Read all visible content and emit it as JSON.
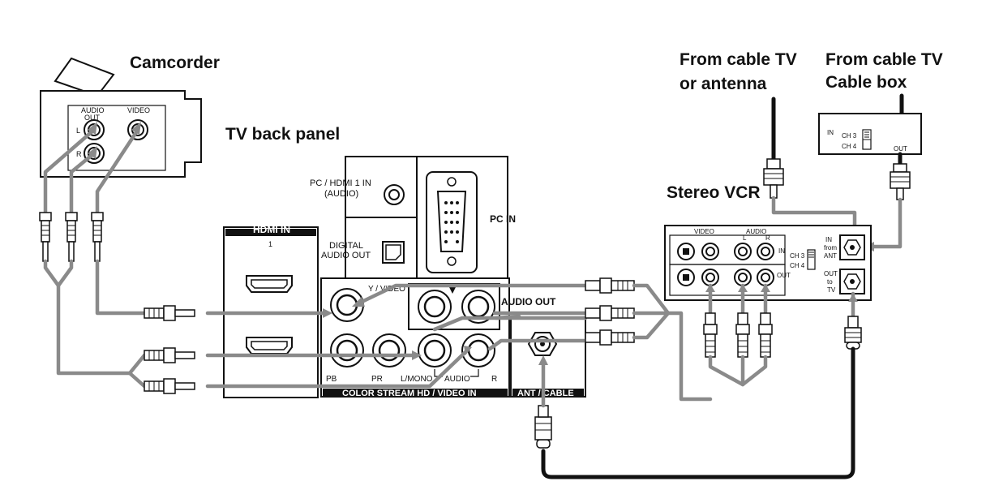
{
  "titles": {
    "camcorder": "Camcorder",
    "tv_back_panel": "TV back panel",
    "from_cable_antenna_1": "From cable TV",
    "from_cable_antenna_2": "or antenna",
    "from_cable_box_1": "From cable TV",
    "from_cable_box_2": "Cable box",
    "stereo_vcr": "Stereo VCR"
  },
  "camcorder": {
    "audio_out_1": "AUDIO",
    "audio_out_2": "OUT",
    "video": "VIDEO",
    "left": "L",
    "right": "R"
  },
  "tv": {
    "pc_hdmi_in_1": "PC / HDMI 1 IN",
    "pc_hdmi_in_2": "(AUDIO)",
    "pc_in": "PC IN",
    "digital_audio_out_1": "DIGITAL",
    "digital_audio_out_2": "AUDIO OUT",
    "hdmi_in": "HDMI IN",
    "hdmi_1": "1",
    "y_video": "Y / VIDEO",
    "audio_out": "AUDIO OUT",
    "pb": "PB",
    "pr": "PR",
    "l_mono": "L/MONO",
    "audio": "AUDIO",
    "r": "R",
    "color_stream": "COLOR STREAM HD / VIDEO IN",
    "ant_cable": "ANT / CABLE"
  },
  "cable_box": {
    "in": "IN",
    "ch3": "CH 3",
    "ch4": "CH 4",
    "out": "OUT"
  },
  "vcr": {
    "video": "VIDEO",
    "audio": "AUDIO",
    "l": "L",
    "r": "R",
    "in": "IN",
    "out": "OUT",
    "ch3": "CH 3",
    "ch4": "CH 4",
    "in_from_ant_1": "IN",
    "in_from_ant_2": "from",
    "in_from_ant_3": "ANT",
    "out_to_tv_1": "OUT",
    "out_to_tv_2": "to",
    "out_to_tv_3": "TV"
  },
  "colors": {
    "cable_gray": "#8a8a8a",
    "outline": "#111111",
    "background": "#ffffff"
  }
}
